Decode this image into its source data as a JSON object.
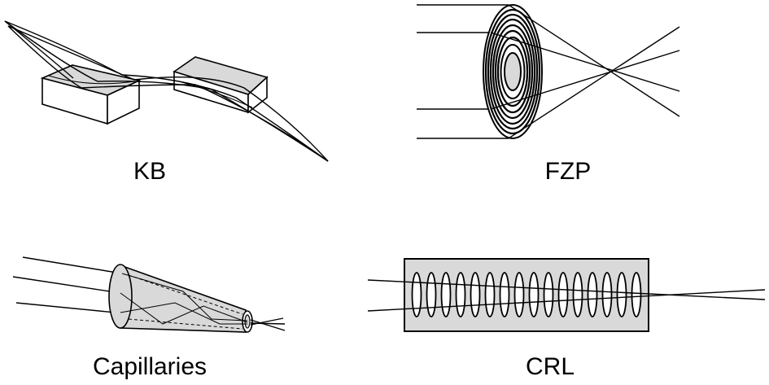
{
  "figure": {
    "panels": [
      {
        "id": "kb",
        "label": "KB"
      },
      {
        "id": "fzp",
        "label": "FZP"
      },
      {
        "id": "capillaries",
        "label": "Capillaries"
      },
      {
        "id": "crl",
        "label": "CRL"
      }
    ]
  },
  "colors": {
    "fill": "#d9d9d9",
    "line": "#000000",
    "background": "#ffffff"
  }
}
